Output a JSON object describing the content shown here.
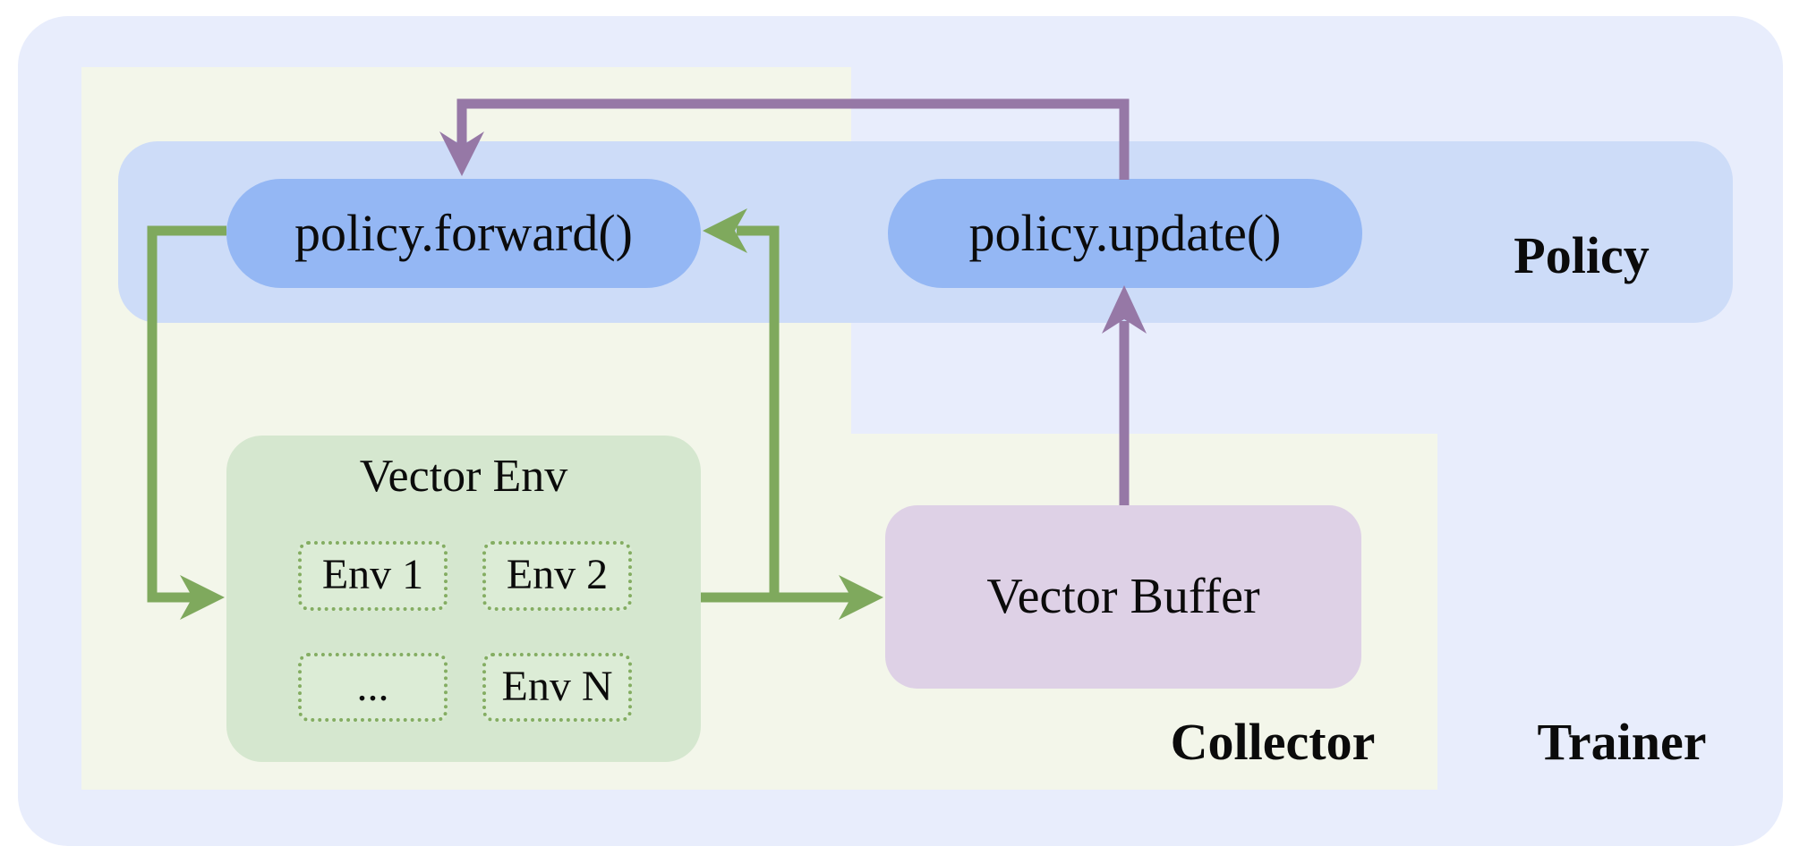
{
  "diagram": {
    "containers": {
      "trainer": {
        "label": "Trainer",
        "color": "#e8edfc"
      },
      "collector": {
        "label": "Collector",
        "color": "#f3f6ea"
      },
      "policy": {
        "label": "Policy",
        "color": "#cddcf8"
      }
    },
    "nodes": {
      "policy_forward": {
        "label": "policy.forward()",
        "color": "#94b7f4"
      },
      "policy_update": {
        "label": "policy.update()",
        "color": "#94b7f4"
      },
      "vector_env": {
        "label": "Vector Env",
        "color": "#d5e7cf",
        "envs": [
          "Env 1",
          "Env 2",
          "...",
          "Env N"
        ]
      },
      "vector_buffer": {
        "label": "Vector Buffer",
        "color": "#ded1e6"
      }
    },
    "arrows": {
      "collect_flow_color": "#7fa95d",
      "update_flow_color": "#9678a6"
    }
  }
}
